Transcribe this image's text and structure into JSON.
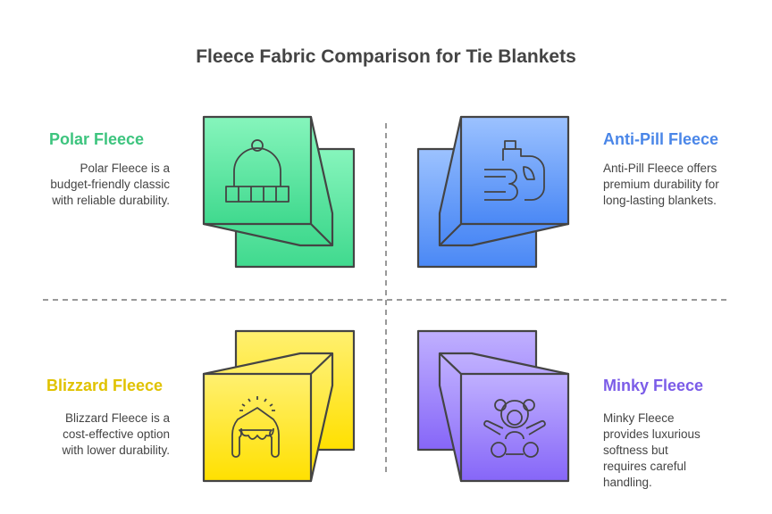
{
  "title": "Fleece Fabric Comparison for Tie Blankets",
  "quadrants": [
    {
      "name": "Polar Fleece",
      "description": "Polar Fleece is a budget-friendly classic with reliable durability.",
      "color": "#3dc47e",
      "icon": "beanie-hat-icon"
    },
    {
      "name": "Anti-Pill Fleece",
      "description": "Anti-Pill Fleece offers premium durability for long-lasting blankets.",
      "color": "#4a86e8",
      "icon": "detergent-bottle-icon"
    },
    {
      "name": "Blizzard Fleece",
      "description": "Blizzard Fleece is a cost-effective option with lower durability.",
      "color": "#e0c200",
      "icon": "winter-hat-icon"
    },
    {
      "name": "Minky Fleece",
      "description": "Minky Fleece provides luxurious softness but requires careful handling.",
      "color": "#7b5ce8",
      "icon": "teddy-bear-icon"
    }
  ]
}
